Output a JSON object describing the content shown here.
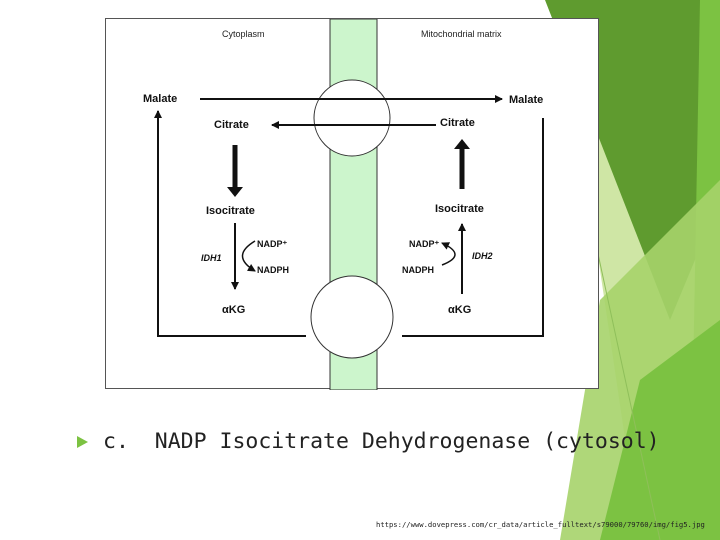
{
  "slide": {
    "bullet_marker": "c.",
    "caption": "NADP Isocitrate Dehydrogenase (cytosol)",
    "source_url": "https://www.dovepress.com/cr_data/article_fulltext/s79000/79760/img/fig5.jpg",
    "accent_colors": [
      "#7cc242",
      "#5f9b2f",
      "#a6d36a",
      "#cfe6a5"
    ]
  },
  "diagram": {
    "regions": {
      "left": "Cytoplasm",
      "right": "Mitochondrial matrix"
    },
    "membrane_color": "#ccf5cc",
    "cytoplasm": {
      "malate": "Malate",
      "citrate": "Citrate",
      "isocitrate": "Isocitrate",
      "nadp_plus": "NADP⁺",
      "nadph": "NADPH",
      "enzyme": "IDH1",
      "akg": "αKG"
    },
    "matrix": {
      "malate": "Malate",
      "citrate": "Citrate",
      "isocitrate": "Isocitrate",
      "nadp_plus": "NADP⁺",
      "nadph": "NADPH",
      "enzyme": "IDH2",
      "akg": "αKG"
    }
  }
}
